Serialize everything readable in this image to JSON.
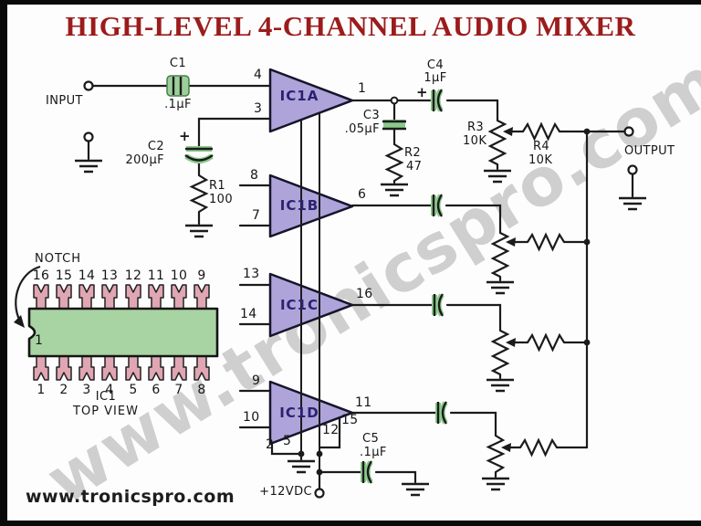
{
  "title": "HIGH-LEVEL 4-CHANNEL AUDIO MIXER",
  "watermark": {
    "diagonal": "www.tronicspro.com",
    "footer": "www.tronicspro.com"
  },
  "terminals": {
    "input": "INPUT",
    "output": "OUTPUT",
    "supply": "+12VDC"
  },
  "opamps": [
    {
      "label": "IC1A",
      "pin_in1": "4",
      "pin_in2": "3",
      "pin_out": "1"
    },
    {
      "label": "IC1B",
      "pin_in1": "8",
      "pin_in2": "7",
      "pin_out": "6"
    },
    {
      "label": "IC1C",
      "pin_in1": "13",
      "pin_in2": "14",
      "pin_out": "16"
    },
    {
      "label": "IC1D",
      "pin_in1": "9",
      "pin_in2": "10",
      "pin_out": "11"
    }
  ],
  "power_pins": {
    "p2": "2",
    "p5": "5",
    "p12": "12",
    "p15": "15"
  },
  "components": {
    "c1": {
      "ref": "C1",
      "value": ".1µF"
    },
    "c2": {
      "ref": "C2",
      "value": "200µF",
      "polarity": "+"
    },
    "c3": {
      "ref": "C3",
      "value": ".05µF"
    },
    "c4": {
      "ref": "C4",
      "value": "1µF",
      "polarity": "+"
    },
    "c5": {
      "ref": "C5",
      "value": ".1µF"
    },
    "r1": {
      "ref": "R1",
      "value": "100"
    },
    "r2": {
      "ref": "R2",
      "value": "47"
    },
    "r3": {
      "ref": "R3",
      "value": "10K"
    },
    "r4": {
      "ref": "R4",
      "value": "10K"
    }
  },
  "chip": {
    "notch_label": "NOTCH",
    "name": "IC1",
    "view": "TOP VIEW",
    "pin1_label": "1",
    "top_pins": [
      "16",
      "15",
      "14",
      "13",
      "12",
      "11",
      "10",
      "9"
    ],
    "bottom_pins": [
      "1",
      "2",
      "3",
      "4",
      "5",
      "6",
      "7",
      "8"
    ]
  },
  "colors": {
    "title_red": "#9c1b1b",
    "opamp_fill": "#aea4da",
    "chip_body_green": "#a8d3a2",
    "chip_pin_pink": "#e0a6b3",
    "capacitor_green": "#8cc98c",
    "wire_black": "#1b1b1b",
    "watermark_gray": "#b3b3b3"
  }
}
